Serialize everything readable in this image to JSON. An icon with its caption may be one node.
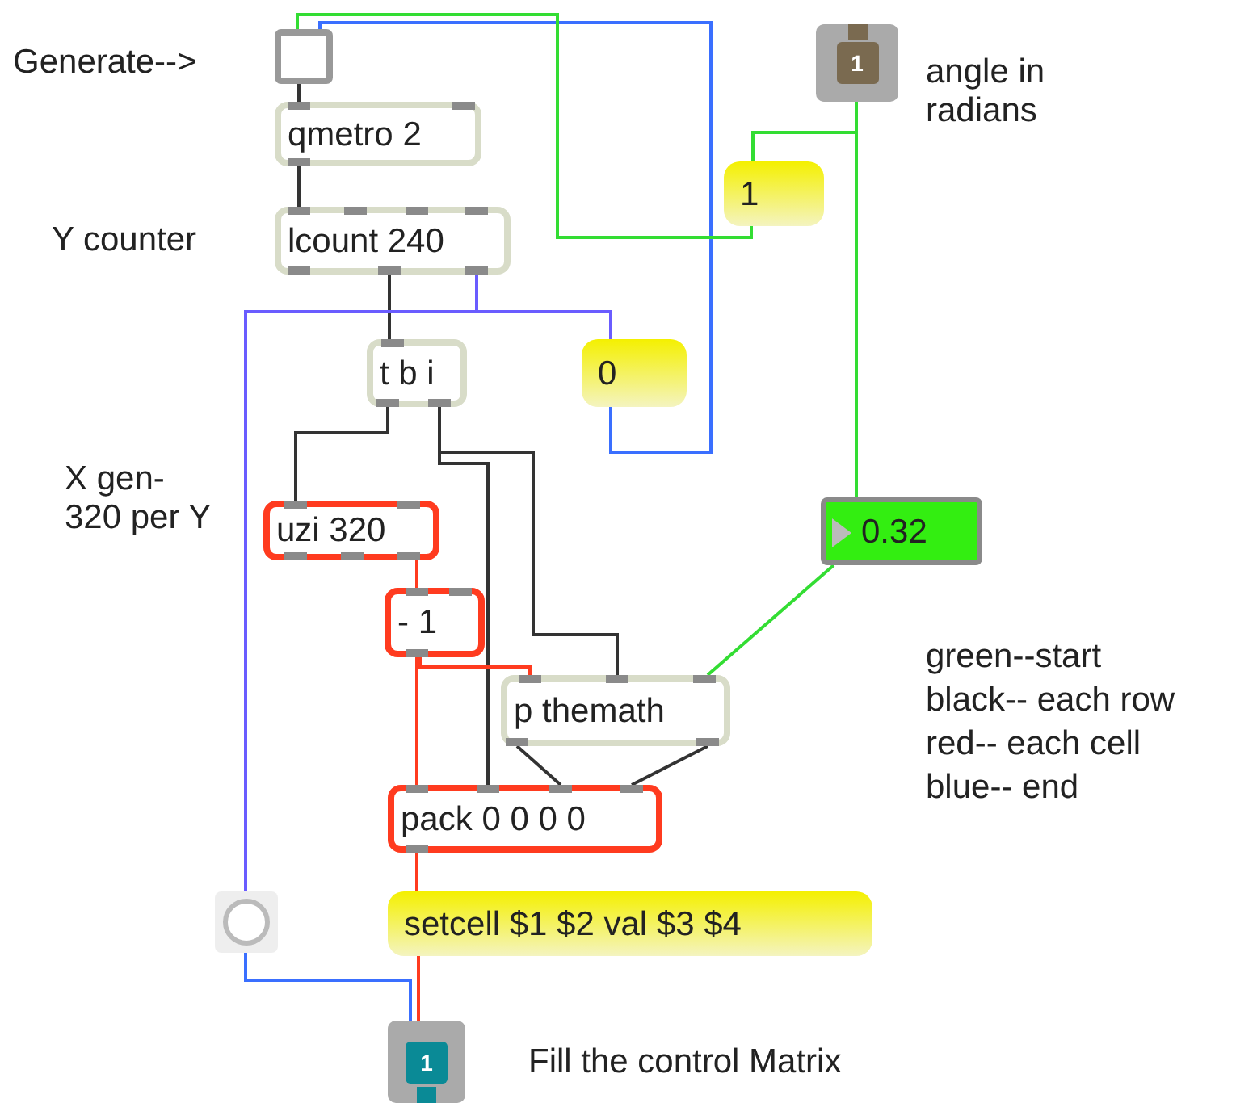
{
  "diagram": {
    "nodes": [
      {
        "text": [],
        "shape": "box"
      },
      {
        "text": [
          "qmetro 2"
        ]
      },
      {
        "text": [
          "lcount 240"
        ]
      },
      {
        "text": [
          "t b i"
        ]
      },
      {
        "text": [
          "uzi 320"
        ]
      },
      {
        "text": [
          "- 1"
        ]
      },
      {
        "text": [
          "p themath"
        ]
      },
      {
        "text": [
          "pack 0 0 0 0"
        ]
      },
      {
        "text": [
          "setcell $1 $2 val $3 $4"
        ]
      },
      {
        "text": [],
        "shape": "circle"
      },
      {
        "text": [
          "1"
        ]
      },
      {
        "text": [
          "1"
        ]
      },
      {
        "text": [
          "1"
        ]
      },
      {
        "text": [
          "0"
        ]
      },
      {
        "text": [
          "0.32"
        ]
      }
    ],
    "edges": [
      {
        "from": 0,
        "to": 1,
        "arrow": "none"
      },
      {
        "from": 1,
        "to": 2,
        "arrow": "none"
      },
      {
        "from": 2,
        "to": 3,
        "arrow": "none"
      },
      {
        "from": 2,
        "to": 13,
        "arrow": "none",
        "color": "#6a5cff"
      },
      {
        "from": 2,
        "to": 9,
        "arrow": "none",
        "color": "#6a5cff"
      },
      {
        "from": 13,
        "to": 0,
        "arrow": "none",
        "color": "#3a6fff"
      },
      {
        "from": 11,
        "to": 12,
        "arrow": "none",
        "color": "#33dd33"
      },
      {
        "from": 11,
        "to": 14,
        "arrow": "none",
        "color": "#33dd33"
      },
      {
        "from": 12,
        "to": 0,
        "arrow": "none",
        "color": "#33dd33"
      },
      {
        "from": 14,
        "to": 6,
        "arrow": "none",
        "color": "#33dd33"
      },
      {
        "from": 3,
        "to": 4,
        "arrow": "none"
      },
      {
        "from": 3,
        "to": 7,
        "arrow": "none"
      },
      {
        "from": 3,
        "to": 6,
        "arrow": "none"
      },
      {
        "from": 4,
        "to": 5,
        "arrow": "none",
        "color": "#ff3b1f"
      },
      {
        "from": 5,
        "to": 7,
        "arrow": "none",
        "color": "#ff3b1f"
      },
      {
        "from": 5,
        "to": 6,
        "arrow": "none",
        "color": "#ff3b1f"
      },
      {
        "from": 6,
        "to": 7,
        "arrow": "none"
      },
      {
        "from": 6,
        "to": 7,
        "arrow": "none"
      },
      {
        "from": 7,
        "to": 8,
        "arrow": "none",
        "color": "#ff3b1f"
      },
      {
        "from": 8,
        "to": 10,
        "arrow": "none",
        "color": "#ff3b1f"
      },
      {
        "from": 9,
        "to": 10,
        "arrow": "none",
        "color": "#3a6fff"
      }
    ],
    "labels": [
      "Generate-->",
      "angle in radians",
      "Y counter",
      "X gen- 320 per Y",
      "green--start",
      "black-- each row",
      "red-- each cell",
      "blue-- end",
      "Fill the control Matrix"
    ]
  }
}
